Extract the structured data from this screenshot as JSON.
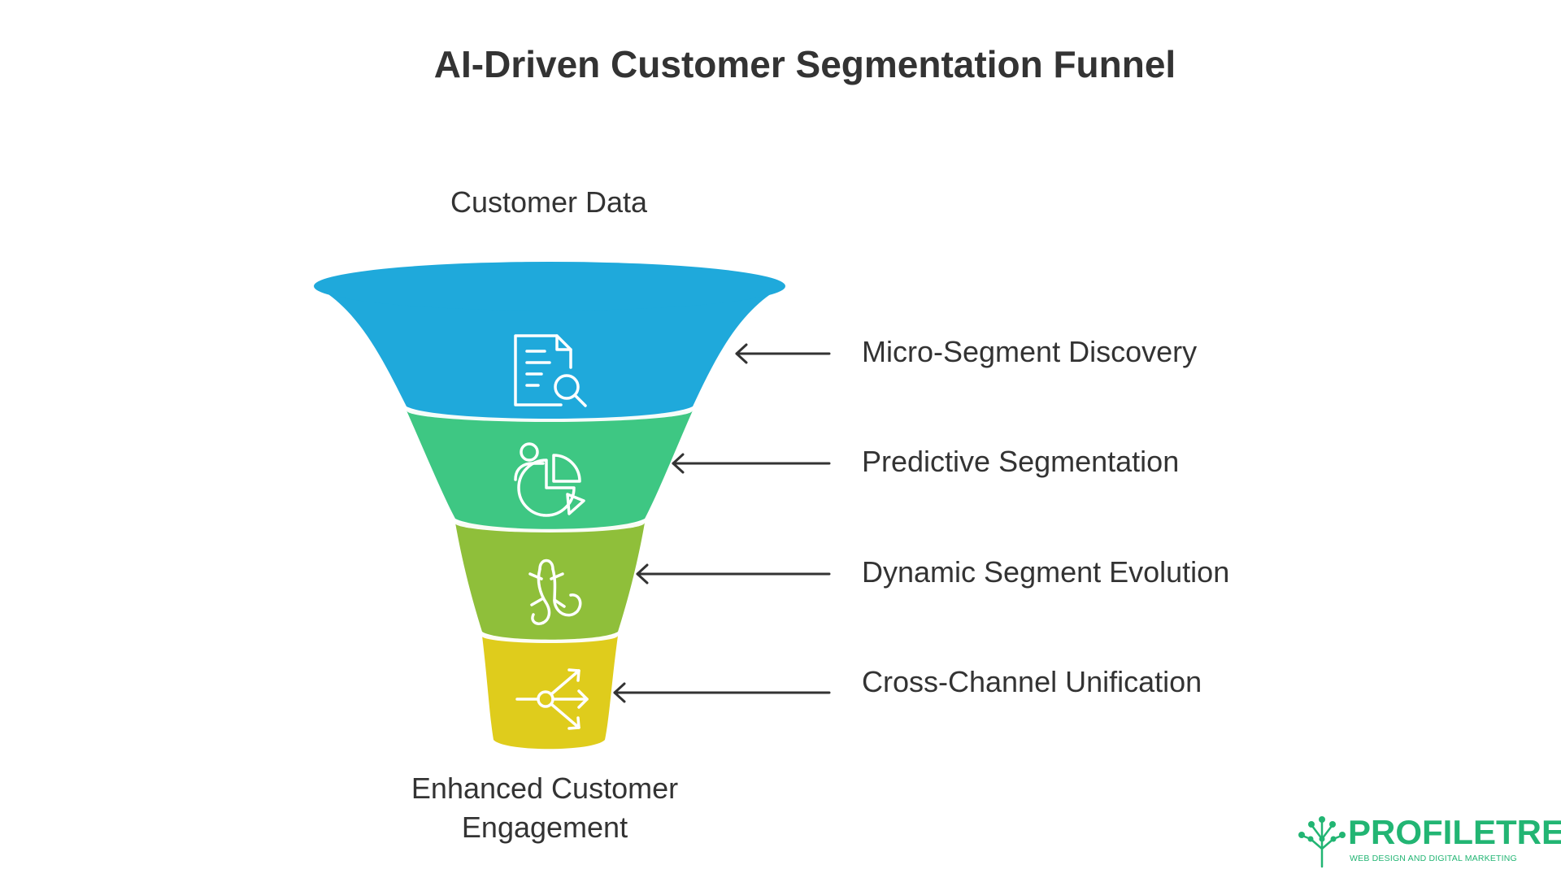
{
  "title": "AI-Driven Customer Segmentation Funnel",
  "input_label": "Customer Data",
  "output_label_line1": "Enhanced Customer",
  "output_label_line2": "Engagement",
  "stages": [
    {
      "label": "Micro-Segment Discovery",
      "color": "#1fa9db",
      "icon": "document-search-icon"
    },
    {
      "label": "Predictive Segmentation",
      "color": "#3ec783",
      "icon": "user-pie-chart-icon"
    },
    {
      "label": "Dynamic Segment Evolution",
      "color": "#8fbf3a",
      "icon": "lizard-icon"
    },
    {
      "label": "Cross-Channel Unification",
      "color": "#dfcc1c",
      "icon": "distribution-arrows-icon"
    }
  ],
  "logo": {
    "name": "PROFILETREE",
    "tagline": "WEB DESIGN AND DIGITAL MARKETING",
    "color": "#22b573"
  }
}
